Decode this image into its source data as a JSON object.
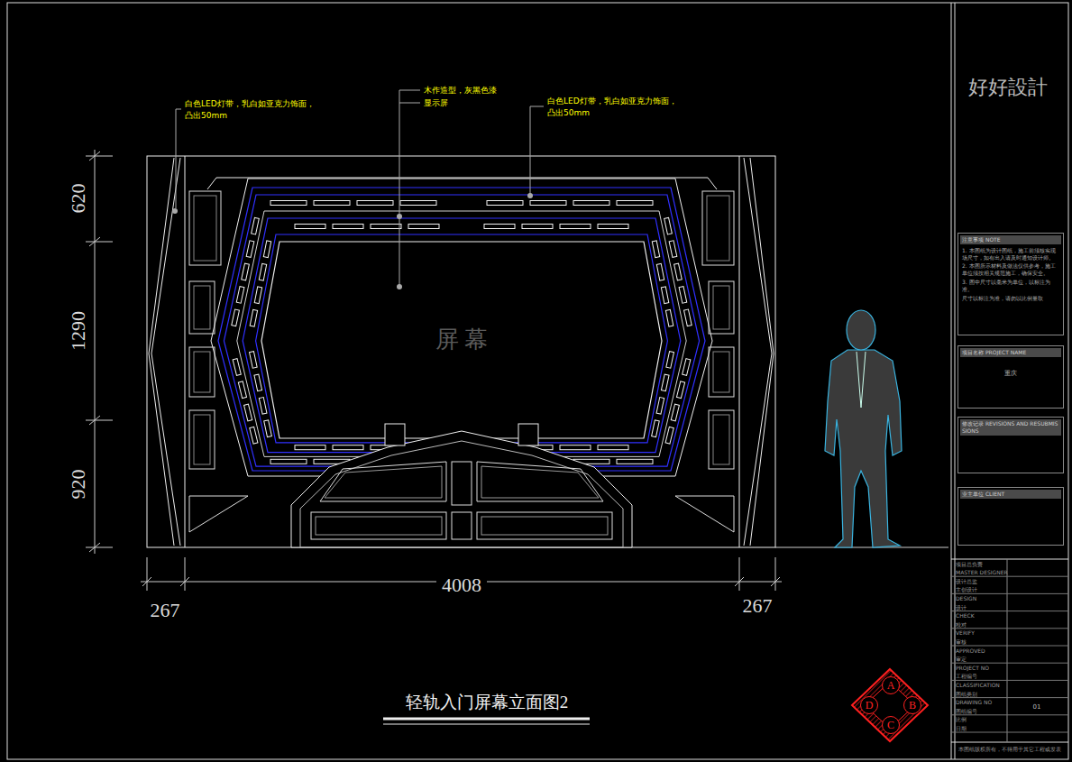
{
  "diagram": {
    "title": "轻轨入门屏幕立面图2",
    "nodes": [
      {
        "text": [
          "注意事项 NOTE",
          "1. 本图纸为设计图纸，施工前须核实现场尺寸，如有出入请及时通知设计师。",
          "2. 本图所示材料及做法仅供参考，施工单位须按相关规范施工，确保安全。",
          "3. 图中尺寸以毫米为单位，以标注为准。",
          "尺寸以标注为准，请勿以比例量取"
        ]
      },
      {
        "text": [
          "项目名称 PROJECT NAME",
          "重庆"
        ]
      },
      {
        "text": [
          "修改记录 REVISIONS AND RESUBMISSIONS"
        ]
      },
      {
        "text": [
          "业主单位 CLIENT"
        ]
      },
      {
        "text": [
          "A"
        ]
      },
      {
        "text": [
          "D"
        ]
      },
      {
        "text": [
          "B"
        ]
      },
      {
        "text": [
          "C"
        ]
      }
    ],
    "labels": [
      "620",
      "1290",
      "920",
      "4008",
      "267",
      "267",
      "白色LED灯带，乳白如亚克力饰面，",
      "凸出50mm",
      "木作造型，灰黑色漆",
      "显示屏",
      "白色LED灯带，乳白如亚克力饰面，",
      "凸出50mm",
      "屏 幕",
      "好好設計",
      "项目总负责",
      "MASTER DESIGNER",
      "设计总监",
      "主创设计",
      "DESIGN",
      "设计",
      "CHECK",
      "校对",
      "VERIFY",
      "审核",
      "APPROVED",
      "审定",
      "PROJECT NO",
      "工程编号",
      "CLASSIFICATION",
      "图纸类别",
      "DRAWING NO",
      "图纸编号",
      "比例",
      "日期",
      "01",
      "本图纸版权所有，不得用于其它工程或发表"
    ]
  }
}
